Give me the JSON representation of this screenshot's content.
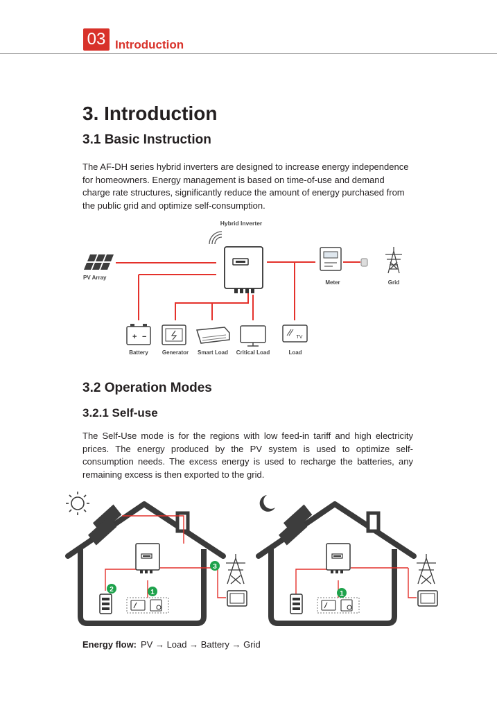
{
  "header": {
    "chapter_number": "03",
    "chapter_title": "Introduction"
  },
  "section": {
    "title": "3. Introduction",
    "basic": {
      "title": "3.1 Basic Instruction",
      "body": "The AF-DH series hybrid inverters are designed to increase energy independence for homeowners. Energy management is based on time-of-use and demand charge rate structures, significantly reduce the amount of energy purchased from the public grid and optimize self-consumption."
    },
    "system_diagram": {
      "inverter_label": "Hybrid Inverter",
      "pv_label": "PV Array",
      "meter_label": "Meter",
      "grid_label": "Grid",
      "battery_label": "Battery",
      "generator_label": "Generator",
      "smart_load_label": "Smart Load",
      "critical_load_label": "Critical Load",
      "load_label": "Load",
      "tv_text": "TV",
      "battery_plus": "+",
      "battery_minus": "−"
    },
    "operation": {
      "title": "3.2 Operation Modes",
      "self_use": {
        "title": "3.2.1 Self-use",
        "body": "The Self-Use mode is for the regions with low feed-in tariff and high electricity prices. The energy produced by the PV system is used to optimize self-consumption needs. The excess energy is used to recharge the batteries, any remaining excess is then exported to the grid.",
        "markers": {
          "one": "1",
          "two": "2",
          "three": "3"
        },
        "energy_flow_label": "Energy flow:",
        "energy_flow_value": "PV → Load → Battery → Grid"
      }
    }
  },
  "colors": {
    "accent": "#d8322a",
    "flow_line": "#e4312b",
    "marker": "#1ea24c",
    "house": "#3a3a3a"
  }
}
